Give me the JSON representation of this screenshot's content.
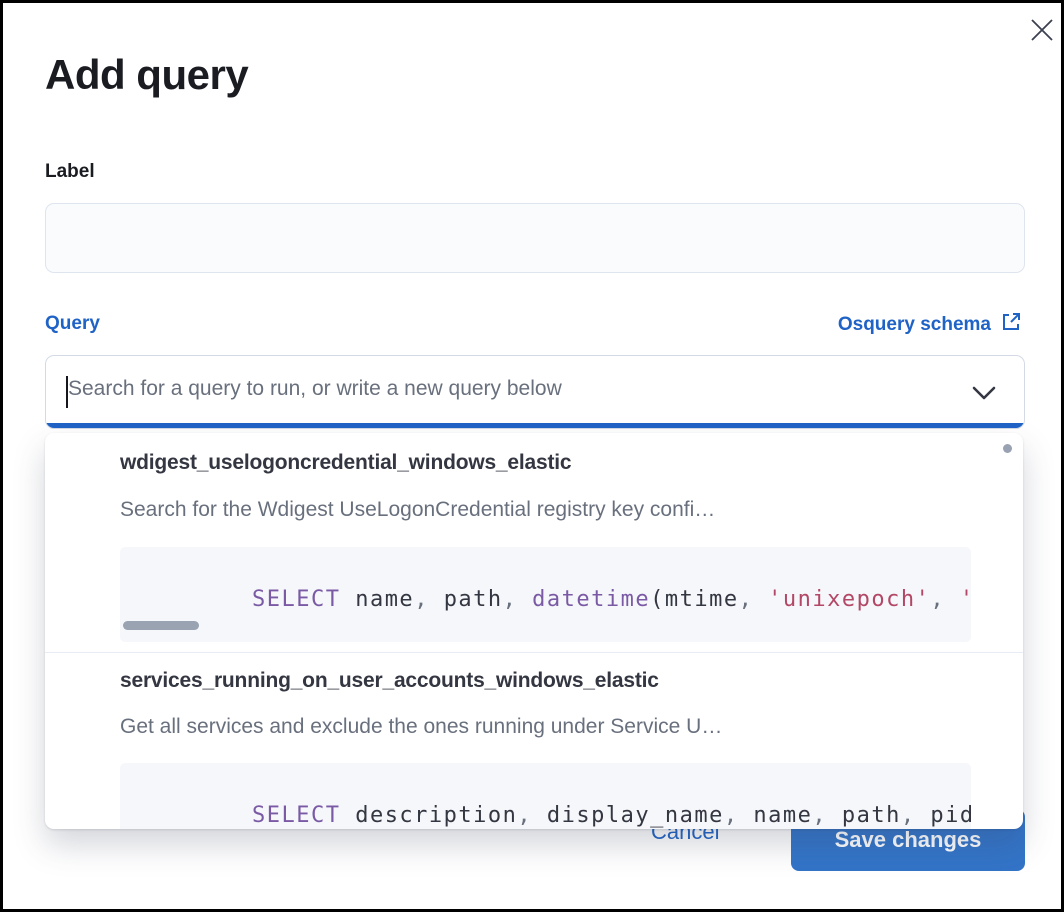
{
  "modal": {
    "title": "Add query"
  },
  "label_field": {
    "label": "Label",
    "value": ""
  },
  "query_field": {
    "label": "Query",
    "schema_link_label": "Osquery schema",
    "placeholder": "Search for a query to run, or write a new query below"
  },
  "dropdown": {
    "options": [
      {
        "title": "wdigest_uselogoncredential_windows_elastic",
        "description": "Search for the Wdigest UseLogonCredential registry key confi…",
        "code_tokens": [
          {
            "type": "kw",
            "text": "SELECT"
          },
          {
            "type": "id",
            "text": " name"
          },
          {
            "type": "p",
            "text": ", "
          },
          {
            "type": "id",
            "text": "path"
          },
          {
            "type": "p",
            "text": ", "
          },
          {
            "type": "kw",
            "text": "datetime"
          },
          {
            "type": "id",
            "text": "(mtime"
          },
          {
            "type": "p",
            "text": ", "
          },
          {
            "type": "str",
            "text": "'unixepoch'"
          },
          {
            "type": "p",
            "text": ", "
          },
          {
            "type": "str",
            "text": "'U"
          }
        ]
      },
      {
        "title": "services_running_on_user_accounts_windows_elastic",
        "description": "Get all services and exclude the ones running under Service U…",
        "code_tokens": [
          {
            "type": "kw",
            "text": "SELECT"
          },
          {
            "type": "id",
            "text": " description"
          },
          {
            "type": "p",
            "text": ", "
          },
          {
            "type": "id",
            "text": "display_name"
          },
          {
            "type": "p",
            "text": ", "
          },
          {
            "type": "id",
            "text": "name"
          },
          {
            "type": "p",
            "text": ", "
          },
          {
            "type": "id",
            "text": "path"
          },
          {
            "type": "p",
            "text": ", "
          },
          {
            "type": "id",
            "text": "pid"
          },
          {
            "type": "p",
            "text": ","
          }
        ]
      }
    ]
  },
  "footer": {
    "cancel_label": "Cancel",
    "save_label": "Save changes"
  },
  "icons": {
    "close": "x-cross",
    "external_link": "box-with-arrow",
    "chevron": "chevron-down"
  },
  "colors": {
    "accent_blue": "#2063c6",
    "save_button_blue": "#3374c8",
    "title_text": "#1a1c21",
    "option_title_text": "#343741",
    "muted_gray": "#69707d",
    "code_background": "#f5f7fa",
    "code_keyword": "#7b5aa5",
    "code_string": "#b34766",
    "input_fill": "#f9fbfd",
    "scrollbar": "#98a2b3"
  }
}
